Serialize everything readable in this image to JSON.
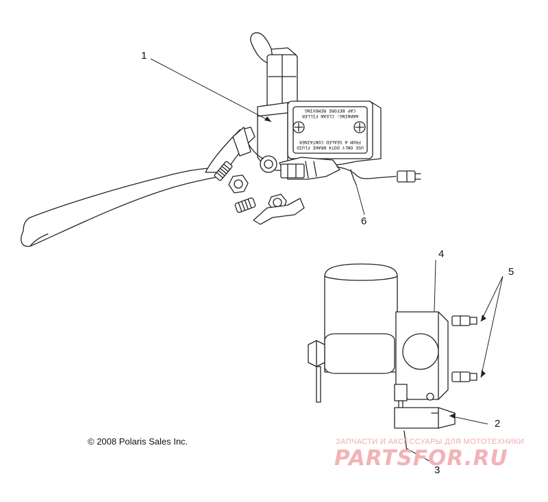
{
  "callouts": {
    "c1": "1",
    "c2": "2",
    "c3": "3",
    "c4": "4",
    "c5": "5",
    "c6": "6"
  },
  "copyright": "© 2008 Polaris Sales Inc.",
  "reservoir_label": {
    "line1": "USE ONLY DOT4 BRAKE FLUID",
    "line2": "FROM A SEALED CONTAINER",
    "line3": "WARNING: CLEAN FILLER",
    "line4": "CAP BEFORE REMOVING"
  },
  "watermark": {
    "top": "ЗАПЧАСТИ И АКСЕССУАРЫ ДЛЯ МОТОТЕХНИКИ",
    "main": "PARTSFOR.RU"
  },
  "colors": {
    "line": "#222222",
    "watermark": "#f2b3b6"
  }
}
